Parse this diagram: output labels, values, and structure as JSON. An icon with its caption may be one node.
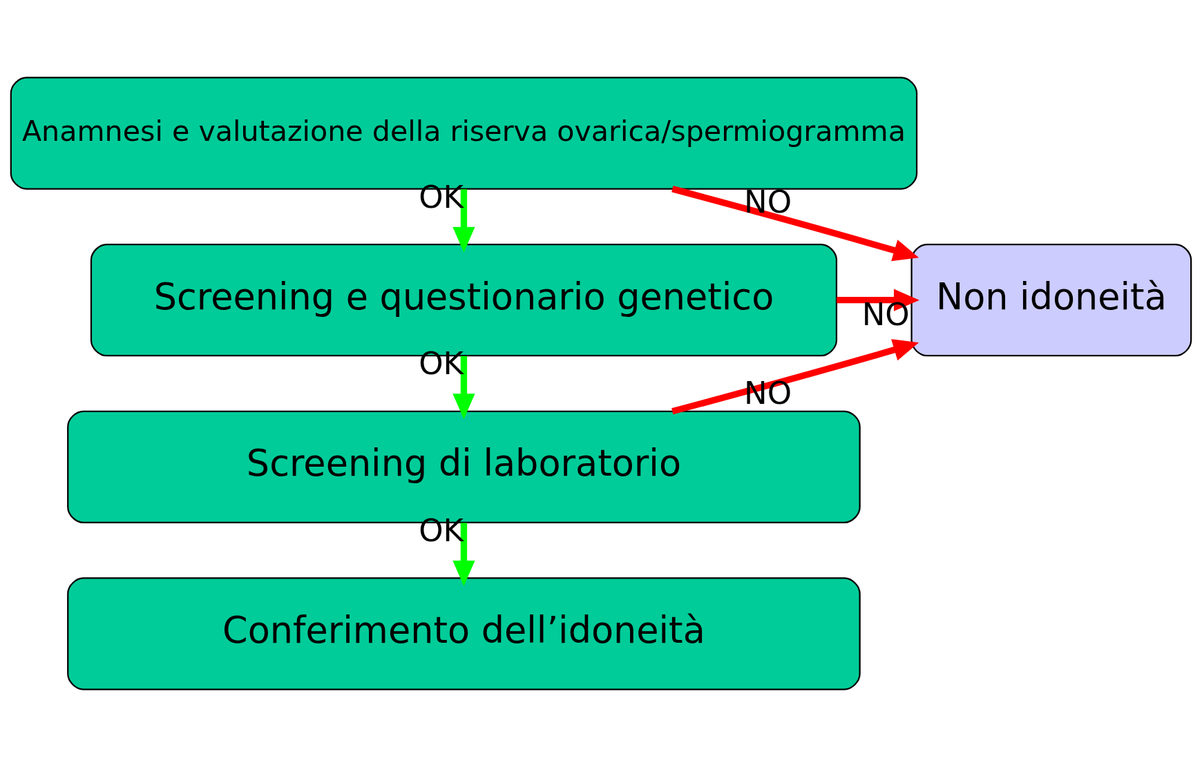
{
  "diagram": {
    "nodes": [
      {
        "text": [
          "Anamnesi e valutazione della riserva ovarica/spermiogramma"
        ]
      },
      {
        "text": [
          "Screening e questionario genetico"
        ]
      },
      {
        "text": [
          "Screening di laboratorio"
        ]
      },
      {
        "text": [
          "Conferimento dell’idoneità"
        ]
      },
      {
        "text": [
          "Non idoneità"
        ]
      }
    ],
    "edges": [
      {
        "from": 0,
        "to": 1,
        "arrow": "to",
        "label": "OK",
        "color": "#00ff00"
      },
      {
        "from": 1,
        "to": 2,
        "arrow": "to",
        "label": "OK",
        "color": "#00ff00"
      },
      {
        "from": 2,
        "to": 3,
        "arrow": "to",
        "label": "OK",
        "color": "#00ff00"
      },
      {
        "from": 0,
        "to": 4,
        "arrow": "to",
        "label": "NO",
        "color": "#ff0000"
      },
      {
        "from": 1,
        "to": 4,
        "arrow": "to",
        "label": "NO",
        "color": "#ff0000"
      },
      {
        "from": 2,
        "to": 4,
        "arrow": "to",
        "label": "NO",
        "color": "#ff0000"
      }
    ]
  }
}
